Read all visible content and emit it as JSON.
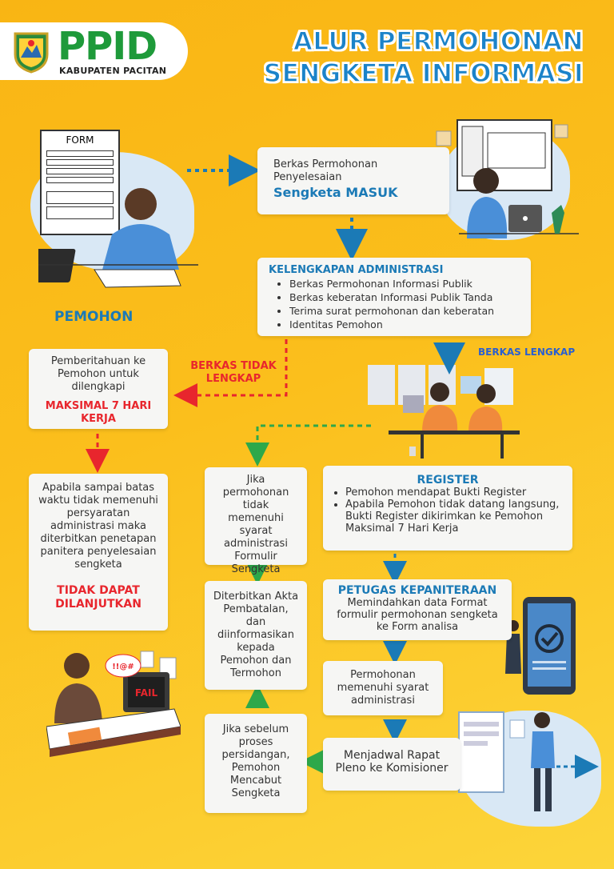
{
  "header": {
    "brand": "PPID",
    "brand_sub": "KABUPATEN PACITAN",
    "title_line1": "ALUR PERMOHONAN",
    "title_line2": "SENGKETA INFORMASI"
  },
  "illustrations": {
    "form_label": "FORM",
    "fail_label": "FAIL",
    "shout_label": "!!@#"
  },
  "labels": {
    "pemohon": "PEMOHON",
    "berkas_tidak_lengkap": "BERKAS TIDAK LENGKAP",
    "berkas_lengkap": "BERKAS LENGKAP"
  },
  "boxes": {
    "masuk_line1": "Berkas Permohonan",
    "masuk_line2": "Penyelesaian",
    "masuk_highlight": "Sengketa MASUK",
    "admin_title": "KELENGKAPAN ADMINISTRASI",
    "admin_items": [
      "Berkas Permohonan Informasi Publik",
      "Berkas keberatan Informasi Publik Tanda",
      "Terima surat permohonan dan keberatan",
      "Identitas Pemohon"
    ],
    "pemberitahuan_text": "Pemberitahuan ke Pemohon untuk dilengkapi",
    "pemberitahuan_highlight": "MAKSIMAL 7 HARI KERJA",
    "apabila_text": "Apabila sampai batas waktu tidak memenuhi persyaratan administrasi maka diterbitkan penetapan panitera penyelesaian sengketa",
    "apabila_highlight": "TIDAK DAPAT DILANJUTKAN",
    "jika_tidak_text": "Jika permohonan tidak memenuhi syarat administrasi Formulir Sengketa",
    "register_title": "REGISTER",
    "register_items": [
      "Pemohon mendapat Bukti Register",
      "Apabila Pemohon tidak datang langsung, Bukti Register dikirimkan ke Pemohon Maksimal 7 Hari Kerja"
    ],
    "akta_text": "Diterbitkan Akta Pembatalan, dan diinformasikan kepada Pemohon dan Termohon",
    "petugas_title": "PETUGAS KEPANITERAAN",
    "petugas_text": "Memindahkan data Format formulir permohonan sengketa ke Form analisa",
    "memenuhi_text": "Permohonan memenuhi syarat administrasi",
    "mencabut_text": "Jika sebelum proses persidangan, Pemohon Mencabut Sengketa",
    "menjadwal_text": "Menjadwal Rapat Pleno ke Komisioner"
  },
  "colors": {
    "background": "#fbbf1c",
    "box": "#f6f6f4",
    "blue": "#1b7ab6",
    "red": "#e8262d",
    "green": "#2ea84a",
    "brand_green": "#1e9a3a"
  }
}
